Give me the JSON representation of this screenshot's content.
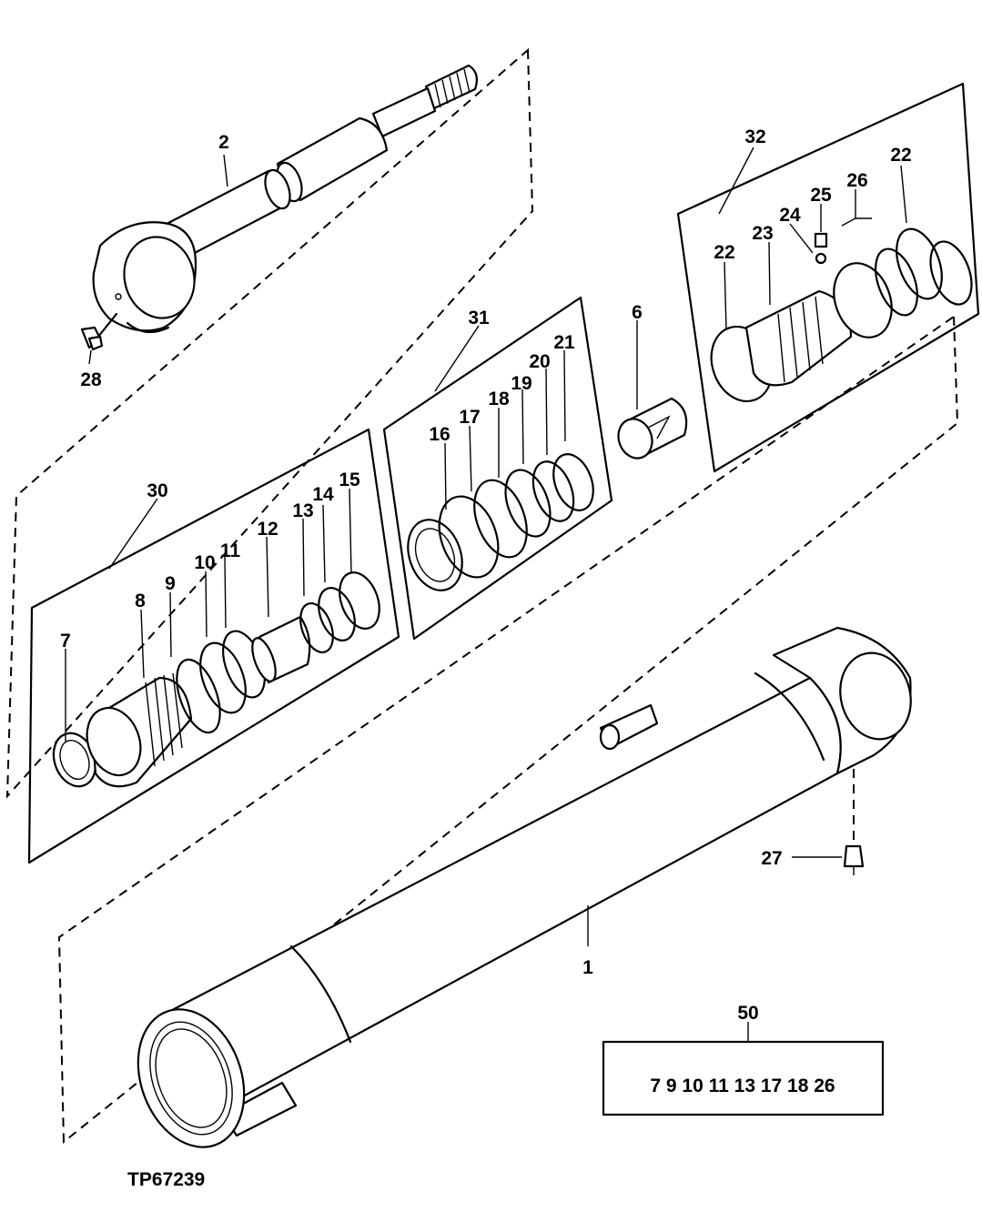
{
  "figure_id": "TP67239",
  "callouts": {
    "c1": "1",
    "c2": "2",
    "c6": "6",
    "c7": "7",
    "c8": "8",
    "c9": "9",
    "c10": "10",
    "c11": "11",
    "c12": "12",
    "c13": "13",
    "c14": "14",
    "c15": "15",
    "c16": "16",
    "c17": "17",
    "c18": "18",
    "c19": "19",
    "c20": "20",
    "c21": "21",
    "c22a": "22",
    "c22b": "22",
    "c23": "23",
    "c24": "24",
    "c25": "25",
    "c26": "26",
    "c27": "27",
    "c28": "28",
    "c30": "30",
    "c31": "31",
    "c32": "32",
    "c50": "50"
  },
  "seal_kit": {
    "label": "50",
    "contents": "7 9 10 11 13 17 18 26"
  }
}
